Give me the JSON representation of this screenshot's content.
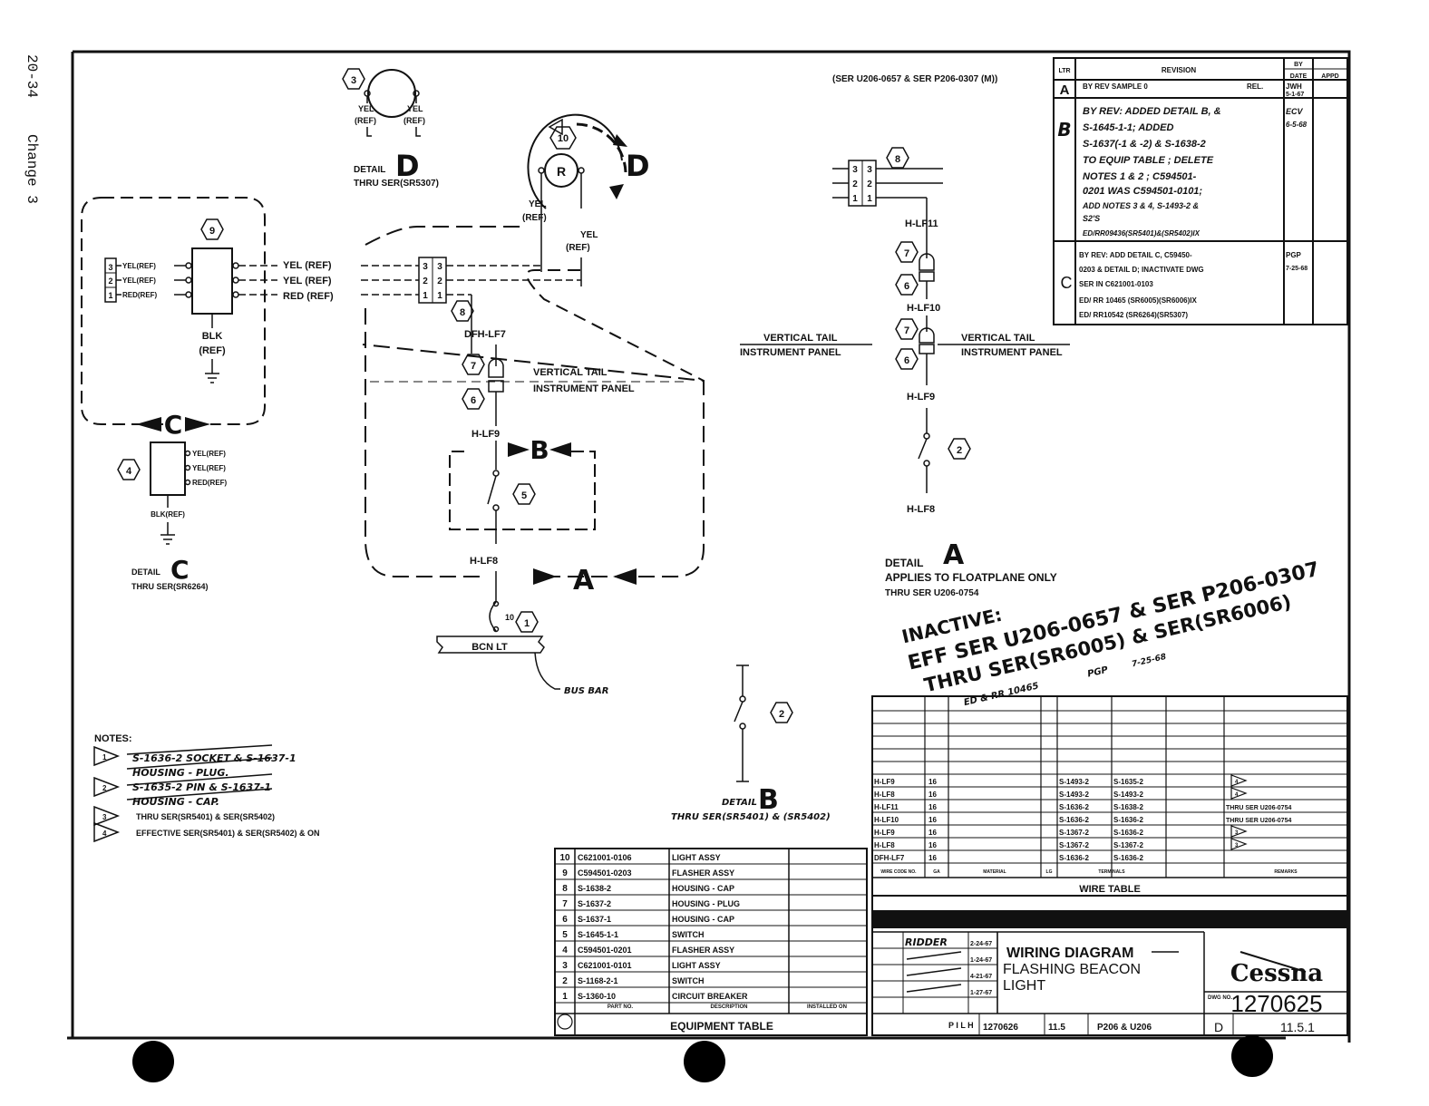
{
  "side": {
    "page": "20-34",
    "change": "Change 3"
  },
  "header_serial": "(SER U206-0657 & SER P206-0307 (M))",
  "revision": {
    "head": "REVISION",
    "by": "BY",
    "date": "DATE",
    "app": "APPD",
    "ltr": "LTR",
    "rows": [
      {
        "ltr": "A",
        "text": [
          "BY REV SAMPLE 0",
          "REL."
        ],
        "by": "JWH",
        "date": "5-1-67"
      },
      {
        "ltr": "B",
        "text": [
          "BY REV: ADDED DETAIL B, &",
          "S-1645-1-1; ADDED",
          "S-1637(-1 & -2) & S-1638-2",
          "TO EQUIP TABLE ; DELETE",
          "NOTES 1 & 2 ; C594501-",
          "0201 WAS C594501-0101;",
          "ADD NOTES 3 & 4, S-1493-2 &",
          "S2'S",
          "ED/RR09436(SR5401)&(SR5402)IX"
        ],
        "by": "ECV",
        "date": "6-5-68"
      },
      {
        "ltr": "C",
        "text": [
          "BY REV: ADD DETAIL C, C59450-",
          "0203 & DETAIL D; INACTIVATE DWG",
          "SER IN C621001-0103",
          "ED/ RR 10465 (SR6005)(SR6006)IX",
          "ED/ RR10542 (SR6264)(SR5307)"
        ],
        "by": "PGP",
        "date": "7-25-68"
      }
    ]
  },
  "detail_d": {
    "item": "3",
    "left_lbl": [
      "YEL",
      "(REF)"
    ],
    "right_lbl": [
      "YEL",
      "(REF)"
    ],
    "caption": "DETAIL",
    "letter": "D",
    "thru": "THRU SER(SR5307)"
  },
  "lamp": {
    "item": "10",
    "lbl": "R",
    "left_lbl": [
      "YEL",
      "(REF)"
    ],
    "right_lbl": [
      "YEL",
      "(REF)"
    ],
    "letter": "D"
  },
  "detail_c_box": {
    "item": "9",
    "pins": [
      "3",
      "2",
      "1"
    ],
    "left_wires": [
      "YEL(REF)",
      "YEL(REF)",
      "RED(REF)"
    ],
    "right_wires": [
      "YEL (REF)",
      "YEL (REF)",
      "RED (REF)"
    ],
    "gnd": [
      "BLK",
      "(REF)"
    ],
    "letter": "C"
  },
  "detail_c": {
    "item": "4",
    "wires": [
      "YEL(REF)",
      "YEL(REF)",
      "RED(REF)"
    ],
    "gnd": "BLK(REF)",
    "caption": "DETAIL",
    "letter": "C",
    "thru": "THRU SER(SR6264)"
  },
  "main": {
    "conn_pins": [
      "3",
      "2",
      "1"
    ],
    "conn_item": "8",
    "wire1": "DFH-LF7",
    "plug_items": [
      "7",
      "6"
    ],
    "vt": "VERTICAL TAIL",
    "ip": "INSTRUMENT PANEL",
    "wire2": "H-LF9",
    "letter_b": "B",
    "switch_item": "5",
    "wire3": "H-LF8",
    "letter_a": "A",
    "cb_lbl": "10",
    "cb_item": "1",
    "bcn": "BCN LT",
    "bus": "BUS BAR"
  },
  "detail_a": {
    "conn_item": "8",
    "pins": [
      "3",
      "2",
      "1"
    ],
    "w1": "H-LF11",
    "w2": "H-LF10",
    "items": [
      "7",
      "6",
      "7",
      "6",
      "2"
    ],
    "vt": "VERTICAL TAIL",
    "ip": "INSTRUMENT PANEL",
    "w3": "H-LF9",
    "w4": "H-LF8",
    "caption": "DETAIL",
    "letter": "A",
    "applies": "APPLIES TO FLOATPLANE ONLY",
    "thru": "THRU SER U206-0754"
  },
  "detail_b": {
    "item": "2",
    "caption": "DETAIL",
    "letter": "B",
    "thru": "THRU SER(SR5401) & (SR5402)"
  },
  "inactive": [
    "INACTIVE:",
    "EFF SER U206-0657 & SER P206-0307",
    "THRU SER(SR6005) & SER(SR6006)"
  ],
  "inactive_sub": [
    "ED & RR 10465",
    "PGP",
    "7-25-68"
  ],
  "notes": {
    "title": "NOTES:",
    "items": [
      {
        "flag": "1",
        "text": [
          "S-1636-2 SOCKET & S-1637-1",
          "HOUSING - PLUG."
        ]
      },
      {
        "flag": "2",
        "text": [
          "S-1635-2 PIN & S-1637-1",
          "HOUSING - CAP."
        ]
      },
      {
        "flag": "3",
        "text": [
          "THRU SER(SR5401) & SER(SR5402)"
        ]
      },
      {
        "flag": "4",
        "text": [
          "EFFECTIVE SER(SR5401) & SER(SR5402) & ON"
        ]
      }
    ]
  },
  "equipment": {
    "rows": [
      [
        "10",
        "C621001-0106",
        "LIGHT ASSY"
      ],
      [
        "9",
        "C594501-0203",
        "FLASHER ASSY"
      ],
      [
        "8",
        "S-1638-2",
        "HOUSING - CAP"
      ],
      [
        "7",
        "S-1637-2",
        "HOUSING - PLUG"
      ],
      [
        "6",
        "S-1637-1",
        "HOUSING - CAP"
      ],
      [
        "5",
        "S-1645-1-1",
        "SWITCH"
      ],
      [
        "4",
        "C594501-0201",
        "FLASHER ASSY"
      ],
      [
        "3",
        "C621001-0101",
        "LIGHT ASSY"
      ],
      [
        "2",
        "S-1168-2-1",
        "SWITCH"
      ],
      [
        "1",
        "S-1360-10",
        "CIRCUIT BREAKER"
      ]
    ],
    "head": [
      "PART NO.",
      "DESCRIPTION",
      "INSTALLED ON"
    ],
    "title": "EQUIPMENT TABLE"
  },
  "wire_table": {
    "rows": [
      [
        "H-LF9",
        "16",
        "S-1493-2",
        "S-1635-2",
        "flag4",
        ""
      ],
      [
        "H-LF8",
        "16",
        "S-1493-2",
        "S-1493-2",
        "flag4",
        ""
      ],
      [
        "H-LF11",
        "16",
        "S-1636-2",
        "S-1638-2",
        "",
        "THRU SER U206-0754"
      ],
      [
        "H-LF10",
        "16",
        "S-1636-2",
        "S-1636-2",
        "",
        "THRU SER U206-0754"
      ],
      [
        "H-LF9",
        "16",
        "S-1367-2",
        "S-1636-2",
        "flag3",
        ""
      ],
      [
        "H-LF8",
        "16",
        "S-1367-2",
        "S-1367-2",
        "flag3",
        ""
      ],
      [
        "DFH-LF7",
        "16",
        "S-1636-2",
        "S-1636-2",
        "",
        ""
      ]
    ],
    "head": [
      "WIRE CODE NO.",
      "GA",
      "MATERIAL",
      "LG",
      "TERMINALS",
      "REMARKS"
    ],
    "title": "WIRE TABLE"
  },
  "title_block": {
    "title": [
      "WIRING DIAGRAM",
      "FLASHING BEACON",
      "LIGHT"
    ],
    "drawn": "RIDDER",
    "drawn_date": "2-24-67",
    "checked_date": "1-24-67",
    "engr_date": "4-21-67",
    "appd_date": "1-27-67",
    "brand": "Cessna",
    "dwg_no": "1270625",
    "dwg_lbl": "DWG NO.",
    "model": "P206 & U206",
    "ref": "1270626",
    "page_ref": "11.5",
    "rev": "D",
    "page": "11.5.1"
  }
}
